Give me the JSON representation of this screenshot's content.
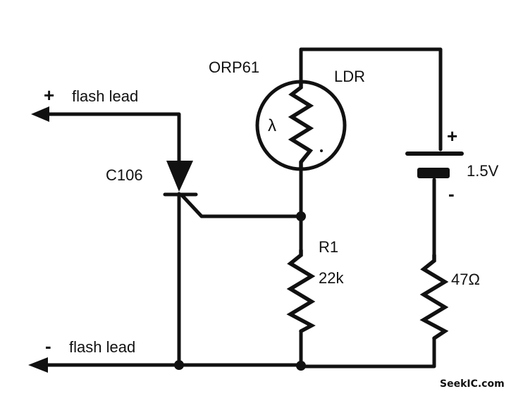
{
  "labels": {
    "flash_pos_sign": "+",
    "flash_pos_text": "flash lead",
    "flash_neg_sign": "-",
    "flash_neg_text": "flash lead",
    "scr": "C106",
    "ldr_part": "ORP61",
    "ldr": "LDR",
    "ldr_symbol": "λ",
    "battery_pos": "+",
    "battery_neg": "-",
    "battery_value": "1.5V",
    "r1_name": "R1",
    "r1_value": "22k",
    "r2_value": "47Ω"
  },
  "watermark": "SeekIC.com"
}
